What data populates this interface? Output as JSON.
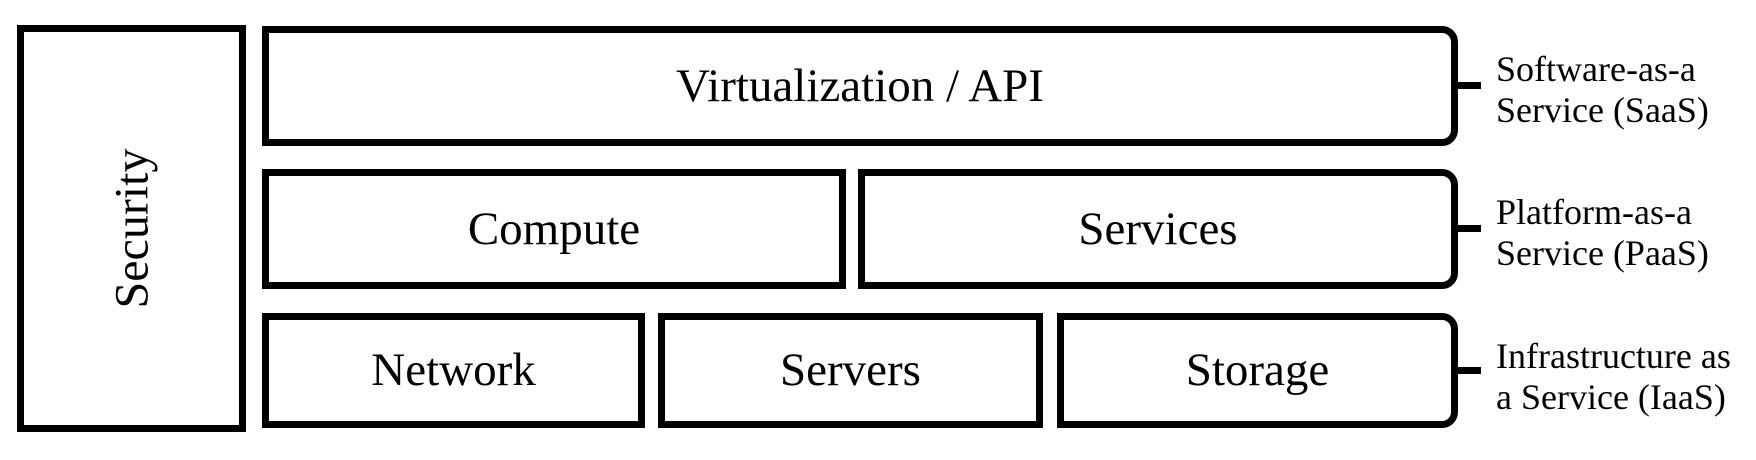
{
  "diagram": {
    "title_semantic": "Cloud service model stack",
    "background_color": "#ffffff",
    "stroke_color": "#000000",
    "security": {
      "label": "Security"
    },
    "rows": [
      {
        "boxes": [
          {
            "label": "Virtualization / API"
          }
        ],
        "caption": {
          "line1": "Software-as-a",
          "line2": "Service (SaaS)"
        }
      },
      {
        "boxes": [
          {
            "label": "Compute"
          },
          {
            "label": "Services"
          }
        ],
        "caption": {
          "line1": "Platform-as-a",
          "line2": "Service (PaaS)"
        }
      },
      {
        "boxes": [
          {
            "label": "Network"
          },
          {
            "label": "Servers"
          },
          {
            "label": "Storage"
          }
        ],
        "caption": {
          "line1": "Infrastructure as",
          "line2": "a Service (IaaS)"
        }
      }
    ]
  }
}
